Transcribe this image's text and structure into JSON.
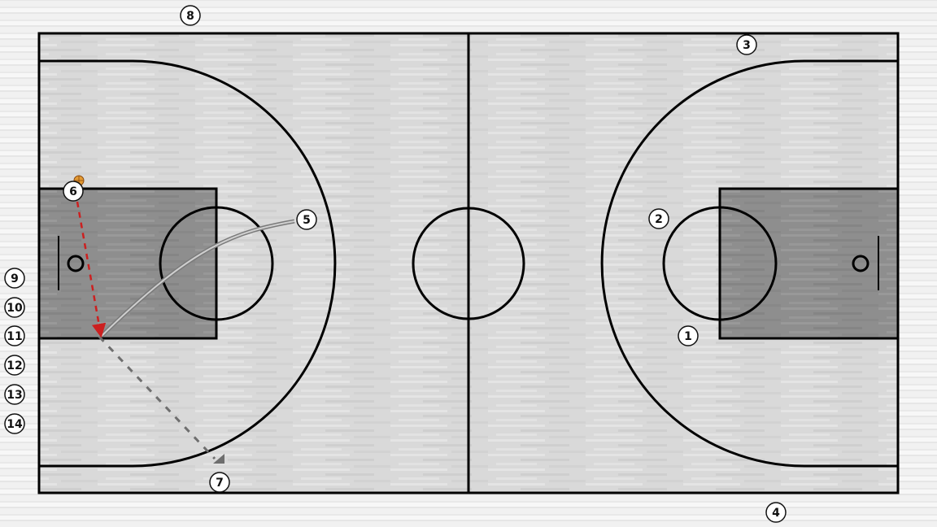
{
  "colors": {
    "court_light": "#d8d8d8",
    "court_paint": "#8f8f8f",
    "line": "#000000",
    "pass_line": "#cc2020",
    "ball": "#e39a33",
    "dribble_line": "#7a7a7a",
    "move_line": "#8a8a8a"
  },
  "players": [
    {
      "id": "p1",
      "label": "1"
    },
    {
      "id": "p2",
      "label": "2"
    },
    {
      "id": "p3",
      "label": "3"
    },
    {
      "id": "p4",
      "label": "4"
    },
    {
      "id": "p5",
      "label": "5"
    },
    {
      "id": "p6",
      "label": "6",
      "has_ball": true
    },
    {
      "id": "p7",
      "label": "7"
    },
    {
      "id": "p8",
      "label": "8"
    },
    {
      "id": "p9",
      "label": "9"
    },
    {
      "id": "p10",
      "label": "10"
    },
    {
      "id": "p11",
      "label": "11"
    },
    {
      "id": "p12",
      "label": "12"
    },
    {
      "id": "p13",
      "label": "13"
    },
    {
      "id": "p14",
      "label": "14"
    }
  ],
  "actions": [
    {
      "type": "pass",
      "from": "6",
      "style": "red-dashed-arrow"
    },
    {
      "type": "movement",
      "from": "5",
      "style": "gray-double-line-arrow"
    },
    {
      "type": "dribble",
      "to": "7",
      "style": "gray-dashed-arrow"
    }
  ],
  "icons": {
    "ball": "basketball-icon"
  }
}
